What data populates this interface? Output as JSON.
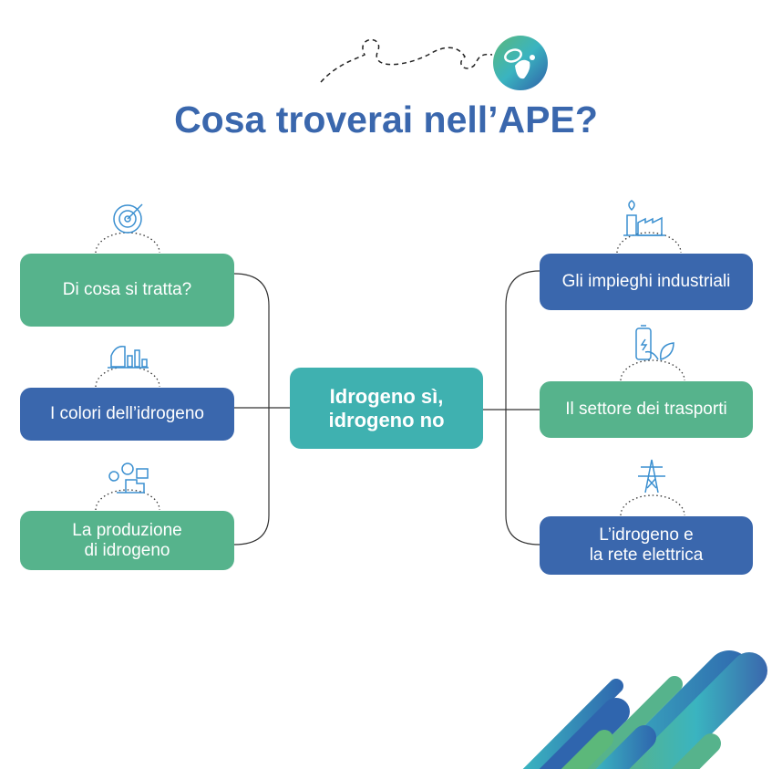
{
  "title": "Cosa troverai nell’APE?",
  "center": "Idrogeno sì,\nidrogeno no",
  "left": [
    {
      "label": "Di cosa si tratta?",
      "icon": "target-icon"
    },
    {
      "label": "I colori dell’idrogeno",
      "icon": "factory-chart-icon"
    },
    {
      "label": "La produzione\ndi idrogeno",
      "icon": "energy-production-icon"
    }
  ],
  "right": [
    {
      "label": "Gli impieghi industriali",
      "icon": "industry-plant-icon"
    },
    {
      "label": "Il settore dei trasporti",
      "icon": "battery-leaf-icon"
    },
    {
      "label": "L’idrogeno e\nla rete elettrica",
      "icon": "power-pylon-icon"
    }
  ],
  "colors": {
    "green": "#56b38c",
    "blue": "#3a67ad",
    "teal": "#3fb1b0"
  }
}
